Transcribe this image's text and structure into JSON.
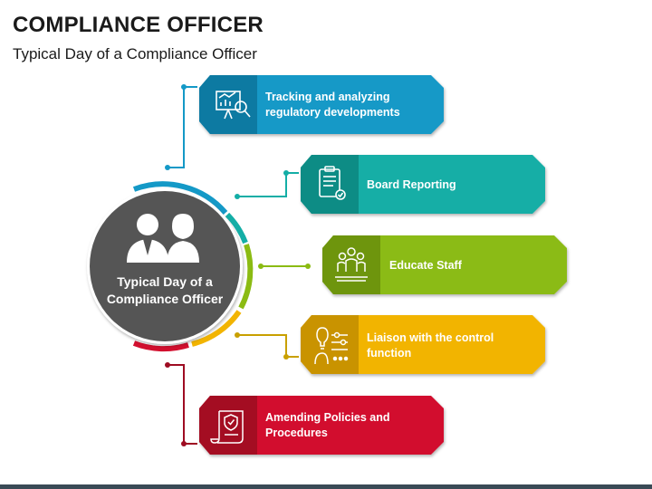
{
  "header": {
    "title": "COMPLIANCE OFFICER",
    "subtitle": "Typical Day of a Compliance Officer"
  },
  "center": {
    "label": "Typical Day of a Compliance Officer",
    "icon": "people-icon",
    "fill": "#555555"
  },
  "items": [
    {
      "label": "Tracking and analyzing regulatory developments",
      "icon": "chart-magnifier-icon",
      "color": "#1499c7"
    },
    {
      "label": "Board Reporting",
      "icon": "clipboard-check-icon",
      "color": "#14aea6"
    },
    {
      "label": "Educate Staff",
      "icon": "team-icon",
      "color": "#8bbb13"
    },
    {
      "label": "Liaison with the control function",
      "icon": "lightbulb-controls-icon",
      "color": "#f2b400"
    },
    {
      "label": "Amending Policies and Procedures",
      "icon": "policy-document-icon",
      "color": "#d20f2e"
    }
  ]
}
